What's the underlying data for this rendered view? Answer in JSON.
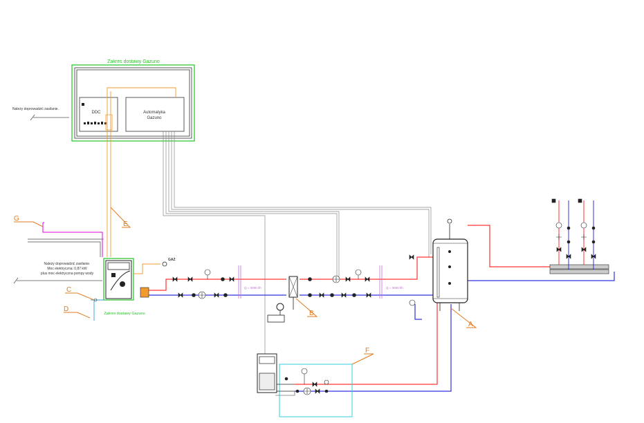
{
  "scope_top_label": "Zakres dostawy Gazuno",
  "scope_bottom_label": "Zakres dostawy Gazuno",
  "ddc_label": "DDC",
  "automation_label_line1": "Automatyka",
  "automation_label_line2": "Gazuno",
  "power_note_top": "Należy doprowadzić zasilanie.",
  "power_note_left": {
    "line1": "Należy doprowadzić zasilanie.",
    "line2": "Moc elektryczna: 0,87 kW",
    "line3": "plus moc elektryczna pompy wody"
  },
  "gas_label": "GAZ",
  "flow_label_1": "Q = 3000 l/h",
  "flow_label_2": "Q = 3000 l/h",
  "callouts": {
    "A": "A",
    "B": "B",
    "C": "C",
    "D": "D",
    "E": "E",
    "F": "F",
    "G": "G"
  },
  "colors": {
    "supply": "#ff3030",
    "return": "#3030e0",
    "signal": "#f29a2e",
    "scope": "#22c322",
    "cable": "#888888",
    "gas": "#e000e0",
    "callout": "#e07b1f",
    "detail_box": "#30d0e0"
  }
}
